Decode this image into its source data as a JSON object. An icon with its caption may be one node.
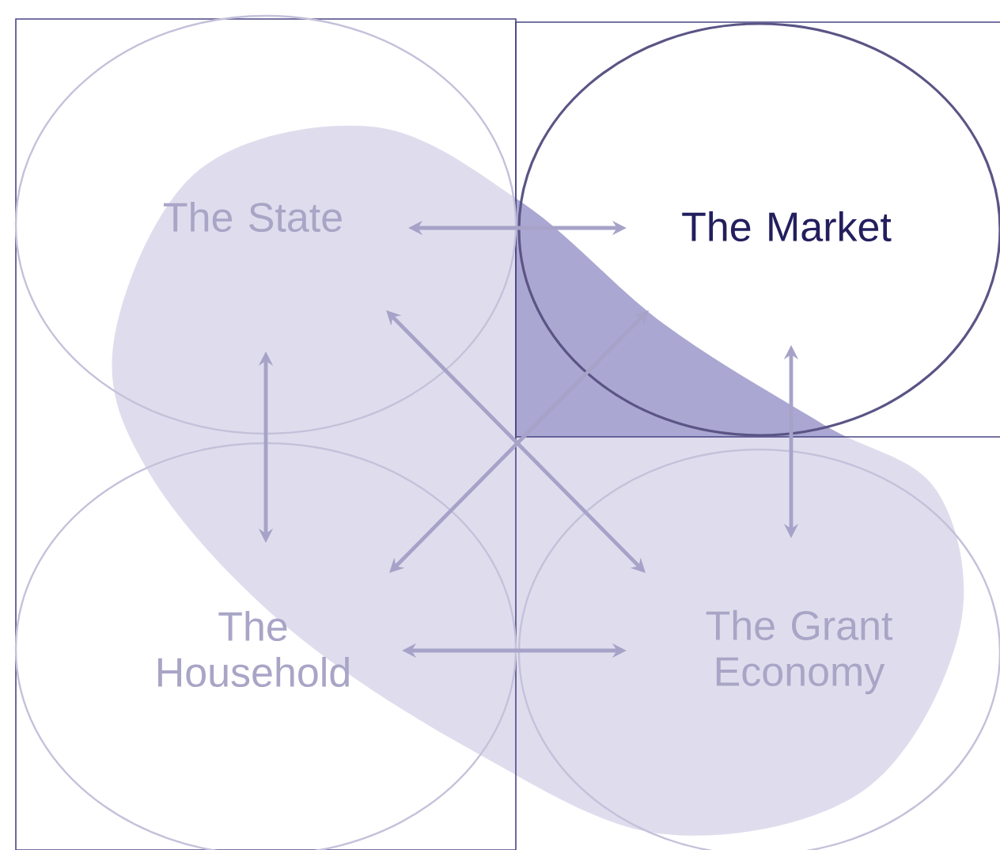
{
  "diagram": {
    "nodes": [
      {
        "text": [
          "The State"
        ]
      },
      {
        "text": [
          "The Market"
        ]
      },
      {
        "text": [
          "The Household"
        ]
      },
      {
        "text": [
          "The Grant Economy"
        ]
      }
    ],
    "edges": [
      {
        "from": 0,
        "to": 1,
        "arrow": "both"
      },
      {
        "from": 0,
        "to": 2,
        "arrow": "both"
      },
      {
        "from": 1,
        "to": 3,
        "arrow": "both"
      },
      {
        "from": 2,
        "to": 1,
        "arrow": "both"
      },
      {
        "from": 0,
        "to": 3,
        "arrow": "both"
      },
      {
        "from": 2,
        "to": 3,
        "arrow": "both"
      }
    ]
  }
}
